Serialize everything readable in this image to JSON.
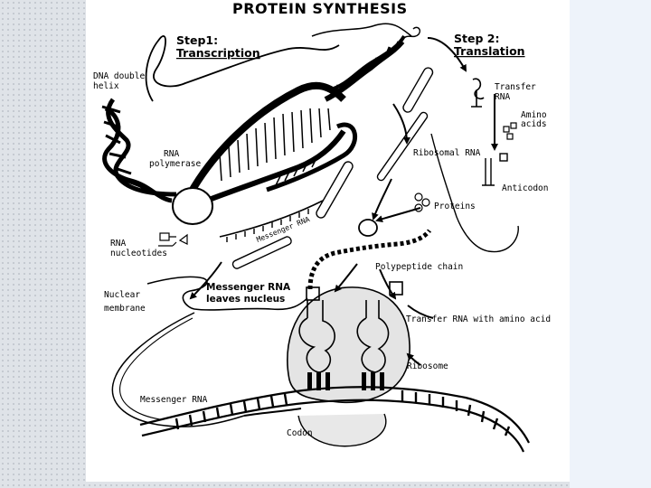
{
  "diagram": {
    "title": "PROTEIN SYNTHESIS",
    "step1": {
      "heading": "Step1:",
      "subheading": "Transcription"
    },
    "step2": {
      "heading": "Step 2:",
      "subheading": "Translation"
    },
    "labels": {
      "dna_double_helix": [
        "DNA double",
        "helix"
      ],
      "rna_polymerase": [
        "RNA",
        "polymerase"
      ],
      "rna_nucleotides": [
        "RNA",
        "nucleotides"
      ],
      "messenger_rna_strand": "Messenger RNA",
      "nuclear_membrane": [
        "Nuclear",
        "membrane"
      ],
      "mrna_leaves_nucleus": [
        "Messenger RNA",
        "leaves nucleus"
      ],
      "transfer_rna": [
        "Transfer",
        "RNA"
      ],
      "amino_acids": [
        "Amino",
        "acids"
      ],
      "ribosomal_rna": "Ribosomal RNA",
      "anticodon": "Anticodon",
      "proteins": "Proteins",
      "polypeptide_chain": "Polypeptide chain",
      "transfer_rna_with_amino_acid": "Transfer RNA with amino acid",
      "ribosome": "Ribosome",
      "messenger_rna": "Messenger RNA",
      "codon": "Codon"
    }
  }
}
